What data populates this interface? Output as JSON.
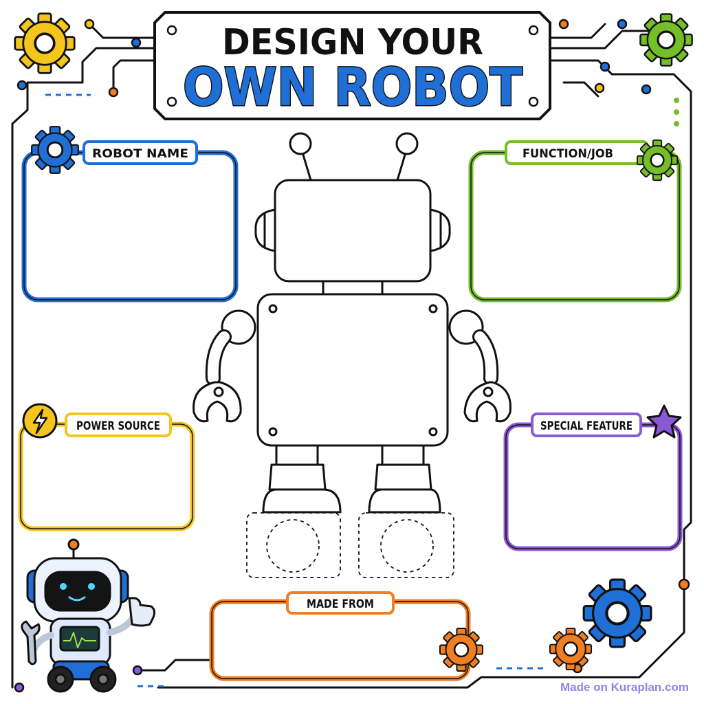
{
  "title": {
    "line1": "DESIGN YOUR",
    "line2": "OWN ROBOT"
  },
  "boxes": {
    "robot_name": "ROBOT NAME",
    "function_job": "FUNCTION/JOB",
    "power_source": "POWER SOURCE",
    "special_feature": "SPECIAL FEATURE",
    "made_from": "MADE FROM"
  },
  "watermark": "Made on Kuraplan.com",
  "colors": {
    "ink": "#111111",
    "blue": "#1f6fd6",
    "green": "#76bd2a",
    "yellow": "#f4c51c",
    "purple": "#8a5ad6",
    "orange": "#f07e22",
    "watermark": "#7c6fe6"
  },
  "icons": {
    "title_left": "yellow-gear-icon",
    "title_right": "green-gear-icon",
    "robot_name": "blue-gear-icon",
    "function_job": "green-gear-icon",
    "power_source": "lightning-bolt-icon",
    "special_feature": "purple-star-icon",
    "made_from": "orange-gear-icon",
    "mascot": "robot-mascot-icon"
  }
}
